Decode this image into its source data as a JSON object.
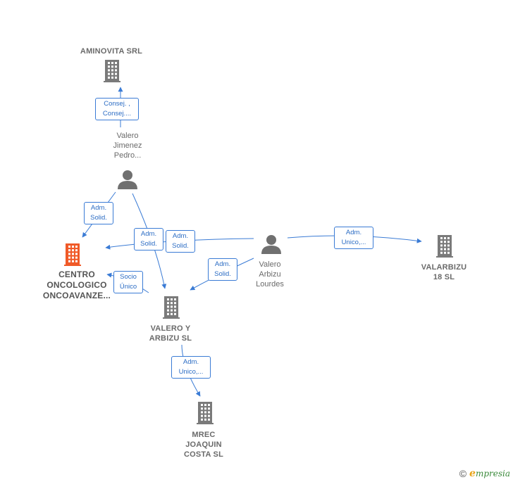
{
  "colors": {
    "edge": "#3a7bd5",
    "building": "#7a7a7a",
    "building_highlight": "#f05a28",
    "person": "#707070"
  },
  "nodes": [
    {
      "id": "aminovita",
      "label": "AMINOVITA SRL",
      "kind": "company",
      "icon": "building-icon"
    },
    {
      "id": "pedro",
      "label": "Valero\nJimenez\nPedro...",
      "kind": "person",
      "icon": "person-icon"
    },
    {
      "id": "centro",
      "label": "CENTRO\nONCOLOGICO\nONCOAVANZE...",
      "kind": "company",
      "highlight": true,
      "icon": "building-icon"
    },
    {
      "id": "lourdes",
      "label": "Valero\nArbizu\nLourdes",
      "kind": "person",
      "icon": "person-icon"
    },
    {
      "id": "valarbizu",
      "label": "VALARBIZU\n18  SL",
      "kind": "company",
      "icon": "building-icon"
    },
    {
      "id": "valero_arbizu",
      "label": "VALERO Y\nARBIZU SL",
      "kind": "company",
      "icon": "building-icon"
    },
    {
      "id": "mrec",
      "label": "MREC\nJOAQUIN\nCOSTA  SL",
      "kind": "company",
      "icon": "building-icon"
    }
  ],
  "edges": [
    {
      "from": "pedro",
      "to": "aminovita",
      "label": "Consej. ,\nConsej...."
    },
    {
      "from": "pedro",
      "to": "centro",
      "label": "Adm.\nSolid."
    },
    {
      "from": "pedro",
      "to": "valero_arbizu",
      "label": "Adm.\nSolid."
    },
    {
      "from": "lourdes",
      "to": "centro",
      "label": "Adm.\nSolid."
    },
    {
      "from": "lourdes",
      "to": "valero_arbizu",
      "label": "Adm.\nSolid."
    },
    {
      "from": "lourdes",
      "to": "valarbizu",
      "label": "Adm.\nUnico,..."
    },
    {
      "from": "valero_arbizu",
      "to": "centro",
      "label": "Socio\nÚnico"
    },
    {
      "from": "valero_arbizu",
      "to": "mrec",
      "label": "Adm.\nUnico,..."
    }
  ],
  "brand": {
    "copyright": "©",
    "e": "e",
    "rest": "mpresia"
  }
}
